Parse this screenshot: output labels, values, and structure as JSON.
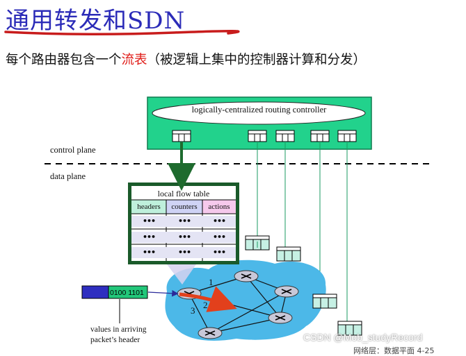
{
  "title": "通用转发和SDN",
  "subtitle": {
    "prefix": "每个路由器包含一个",
    "highlight": "流表",
    "suffix": "（被逻辑上集中的控制器计算和分发）"
  },
  "controller_label": "logically-centralized routing controller",
  "control_plane_label": "control plane",
  "data_plane_label": "data plane",
  "flow_table": {
    "title": "local flow table",
    "columns": [
      "headers",
      "counters",
      "actions"
    ],
    "rows": [
      [
        "•••",
        "•••",
        "•••"
      ],
      [
        "•••",
        "•••",
        "•••"
      ],
      [
        "•••",
        "•••",
        "•••"
      ]
    ]
  },
  "packet_header_value": "0100 1101",
  "caption_line1": "values in arriving",
  "caption_line2": "packet’s header",
  "link_numbers": [
    "1",
    "2",
    "3"
  ],
  "watermark": "CSDN @Mob_studyRecord",
  "footer": "网络层：数据平面 4-25",
  "colors": {
    "title": "#2b2bb8",
    "highlight": "#e0201c",
    "controller_box": "#22d28c",
    "network_cloud": "#4cb8e8",
    "arrow": "#e2401c",
    "flow_arrow": "#1e6b2e"
  }
}
